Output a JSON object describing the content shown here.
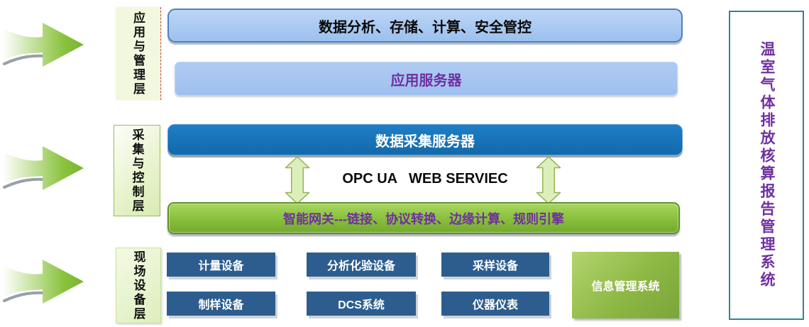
{
  "right_panel": {
    "title": "温室气体排放核算报告管理系统",
    "border_color": "#2f8493",
    "text_color": "#7030a0"
  },
  "layers": [
    {
      "label": "应用与管理层"
    },
    {
      "label": "采集与控制层"
    },
    {
      "label": "现场设备层"
    }
  ],
  "stack": {
    "analysis": "数据分析、存储、计算、安全管控",
    "app_server": "应用服务器",
    "data_collector": "数据采集服务器",
    "protocol_label": "OPC UA   WEB SERVIEC",
    "gateway": "智能网关---链接、协议转换、边缘计算、规则引擎"
  },
  "devices": {
    "row1": [
      "计量设备",
      "分析化验设备",
      "采样设备"
    ],
    "row2": [
      "制样设备",
      "DCS系统",
      "仪器仪表"
    ],
    "info_system": "信息管理系统"
  },
  "icons": {
    "flow_arrow": "green-right-swoosh-arrow",
    "sync_arrow": "green-vertical-double-arrow"
  },
  "colors": {
    "light_blue_box": "#a6c6f0",
    "blue_box": "#1b74bb",
    "steel_blue_device": "#2c5d8e",
    "green_gateway": "#8cc340",
    "light_green_label": "#eef6d8",
    "purple_text": "#7030a0",
    "black_text": "#0b0b0b"
  }
}
